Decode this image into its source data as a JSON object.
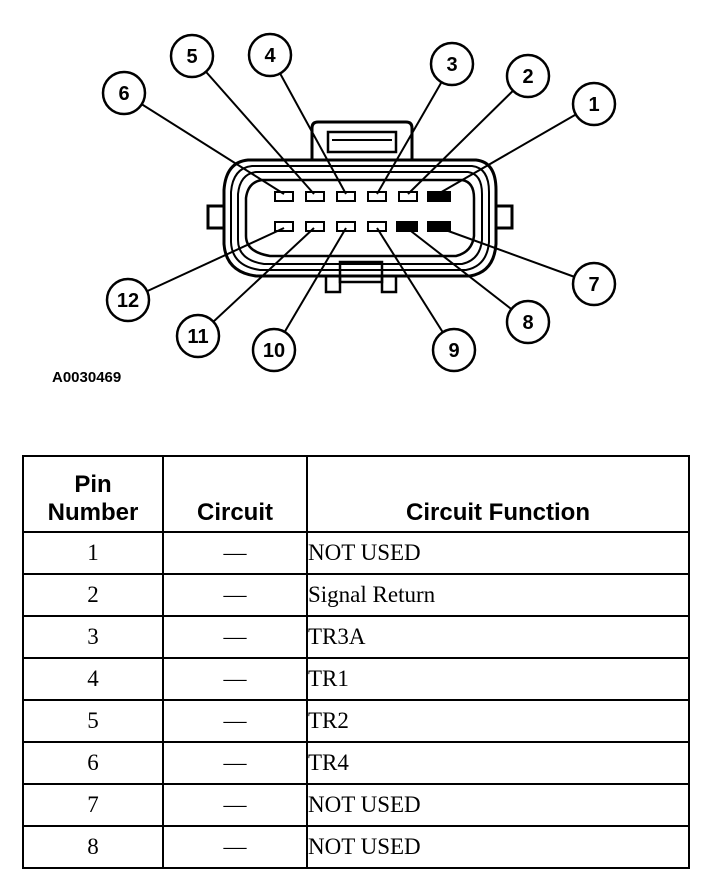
{
  "figure_id": "A0030469",
  "callouts": [
    "1",
    "2",
    "3",
    "4",
    "5",
    "6",
    "7",
    "8",
    "9",
    "10",
    "11",
    "12"
  ],
  "table": {
    "headers": {
      "pin_line1": "Pin",
      "pin_line2": "Number",
      "circuit": "Circuit",
      "function": "Circuit Function"
    },
    "rows": [
      {
        "pin": "1",
        "circuit": "—",
        "function": "NOT USED"
      },
      {
        "pin": "2",
        "circuit": "—",
        "function": "Signal Return"
      },
      {
        "pin": "3",
        "circuit": "—",
        "function": "TR3A"
      },
      {
        "pin": "4",
        "circuit": "—",
        "function": "TR1"
      },
      {
        "pin": "5",
        "circuit": "—",
        "function": "TR2"
      },
      {
        "pin": "6",
        "circuit": "—",
        "function": "TR4"
      },
      {
        "pin": "7",
        "circuit": "—",
        "function": "NOT USED"
      },
      {
        "pin": "8",
        "circuit": "—",
        "function": "NOT USED"
      }
    ]
  }
}
